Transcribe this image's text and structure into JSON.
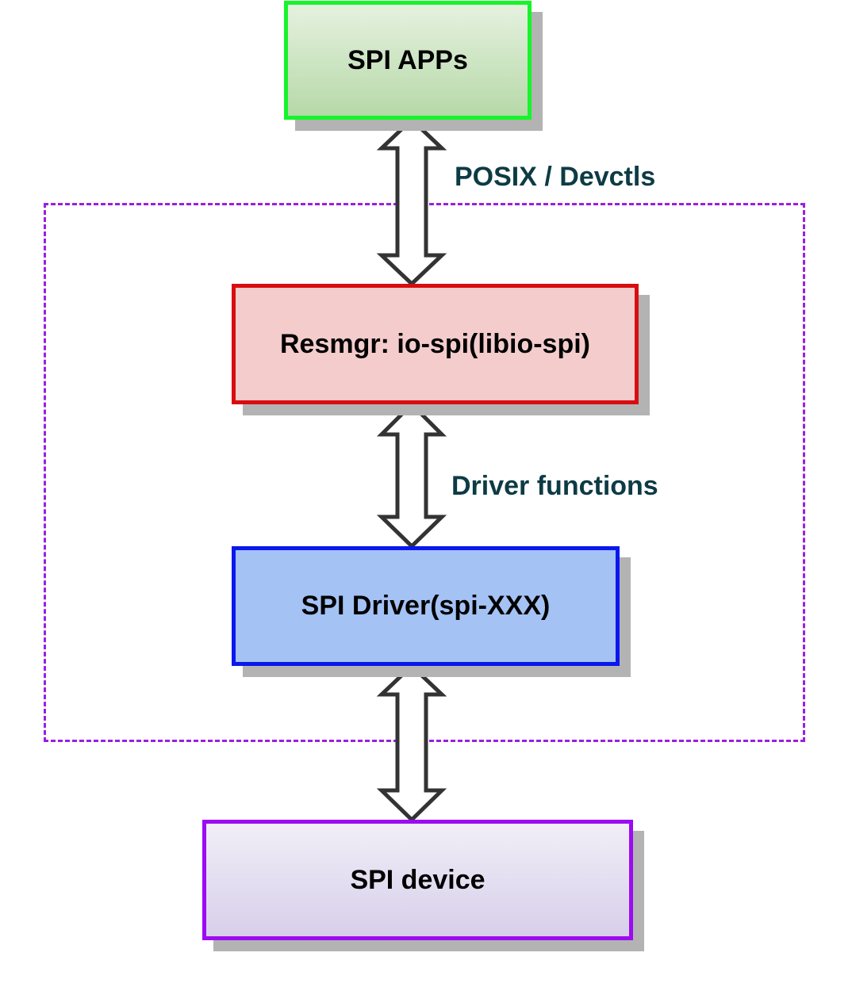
{
  "nodes": {
    "spi_apps": "SPI APPs",
    "resmgr": "Resmgr: io-spi(libio-spi)",
    "spi_driver": "SPI Driver(spi-XXX)",
    "spi_device": "SPI device"
  },
  "edges": {
    "apps_to_resmgr": "POSIX / Devctls",
    "resmgr_to_driver": "Driver functions"
  },
  "colors": {
    "apps_border": "#15F52A",
    "resmgr_border": "#D80D10",
    "resmgr_fill": "#F4CCCC",
    "driver_border": "#0A17EE",
    "driver_fill": "#A4C2F4",
    "device_border": "#9C0BF3",
    "region_border": "#9B1FE0",
    "edge_label": "#0D3B45",
    "arrow_stroke": "#333333"
  }
}
